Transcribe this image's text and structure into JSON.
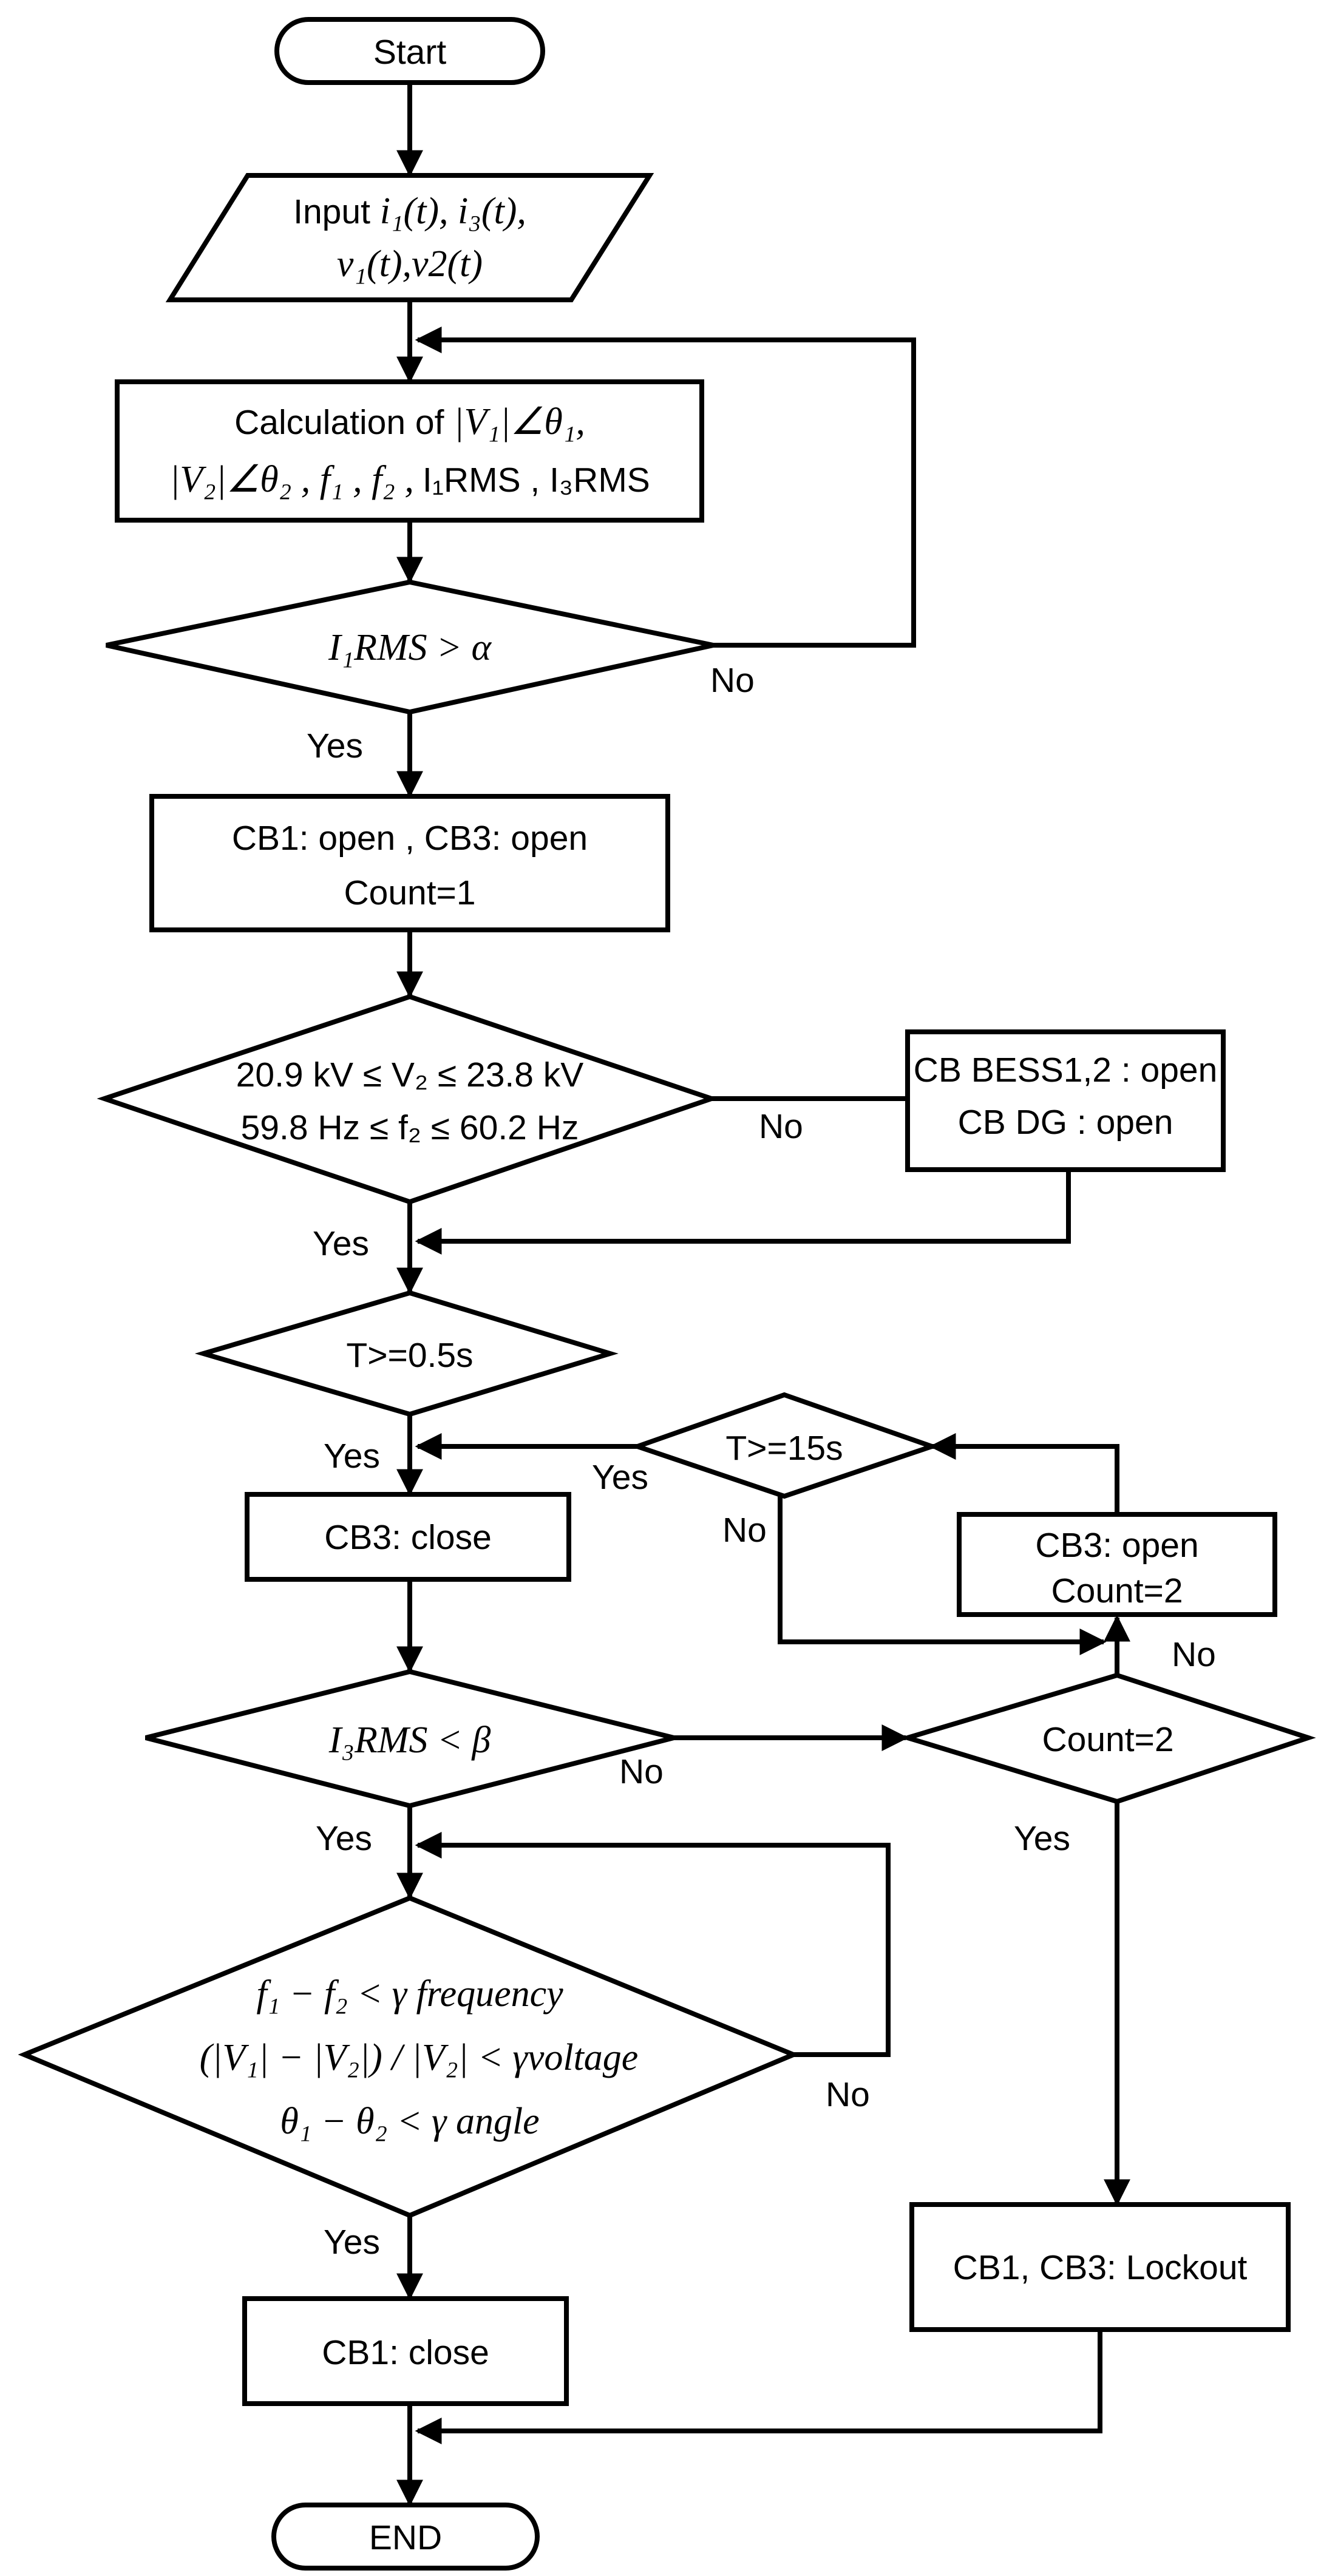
{
  "nodes": {
    "start": "Start",
    "input": {
      "line1_prefix": "Input ",
      "line1_math": "i₁(t), i₃(t),",
      "line2_math": "v₁(t),v2(t)"
    },
    "calc": {
      "line1_prefix": "Calculation of ",
      "line1_math": "|V₁|∠θ₁,",
      "line2_math": "|V₂|∠θ₂ , f₁ , f₂ ,",
      "line2_sans": "I₁RMS , I₃RMS"
    },
    "dec1": "I₁RMS > α",
    "cb_open": {
      "line1": "CB1: open , CB3: open",
      "line2": "Count=1"
    },
    "dec2": {
      "line1": "20.9 kV ≤ V₂ ≤ 23.8 kV",
      "line2": "59.8 Hz ≤ f₂ ≤ 60.2 Hz"
    },
    "cb_bess": {
      "line1": "CB BESS1,2 : open",
      "line2": "CB DG : open"
    },
    "dec3": "T>=0.5s",
    "dec_t15": "T>=15s",
    "cb3_close": "CB3: close",
    "cb3_open": {
      "line1": "CB3: open",
      "line2": "Count=2"
    },
    "dec4": "I₃RMS < β",
    "dec_count": "Count=2",
    "dec5": {
      "line1": "f₁ − f₂ < γ frequency",
      "line2": "(|V₁| − |V₂|) / |V₂| < γvoltage",
      "line3": "θ₁ − θ₂ < γ angle"
    },
    "cb1_close": "CB1: close",
    "lockout": "CB1, CB3: Lockout",
    "end": "END"
  },
  "edge_labels": {
    "yes": "Yes",
    "no": "No"
  }
}
